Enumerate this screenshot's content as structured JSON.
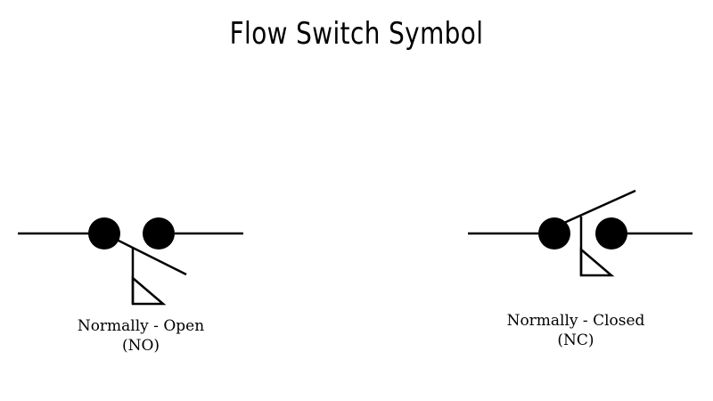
{
  "title": "Flow Switch Symbol",
  "symbols": {
    "normally_open": {
      "label": "Normally - Open",
      "abbr": "(NO)"
    },
    "normally_closed": {
      "label": "Normally - Closed",
      "abbr": "(NC)"
    }
  },
  "colors": {
    "ink": "#000000",
    "background": "#ffffff"
  }
}
